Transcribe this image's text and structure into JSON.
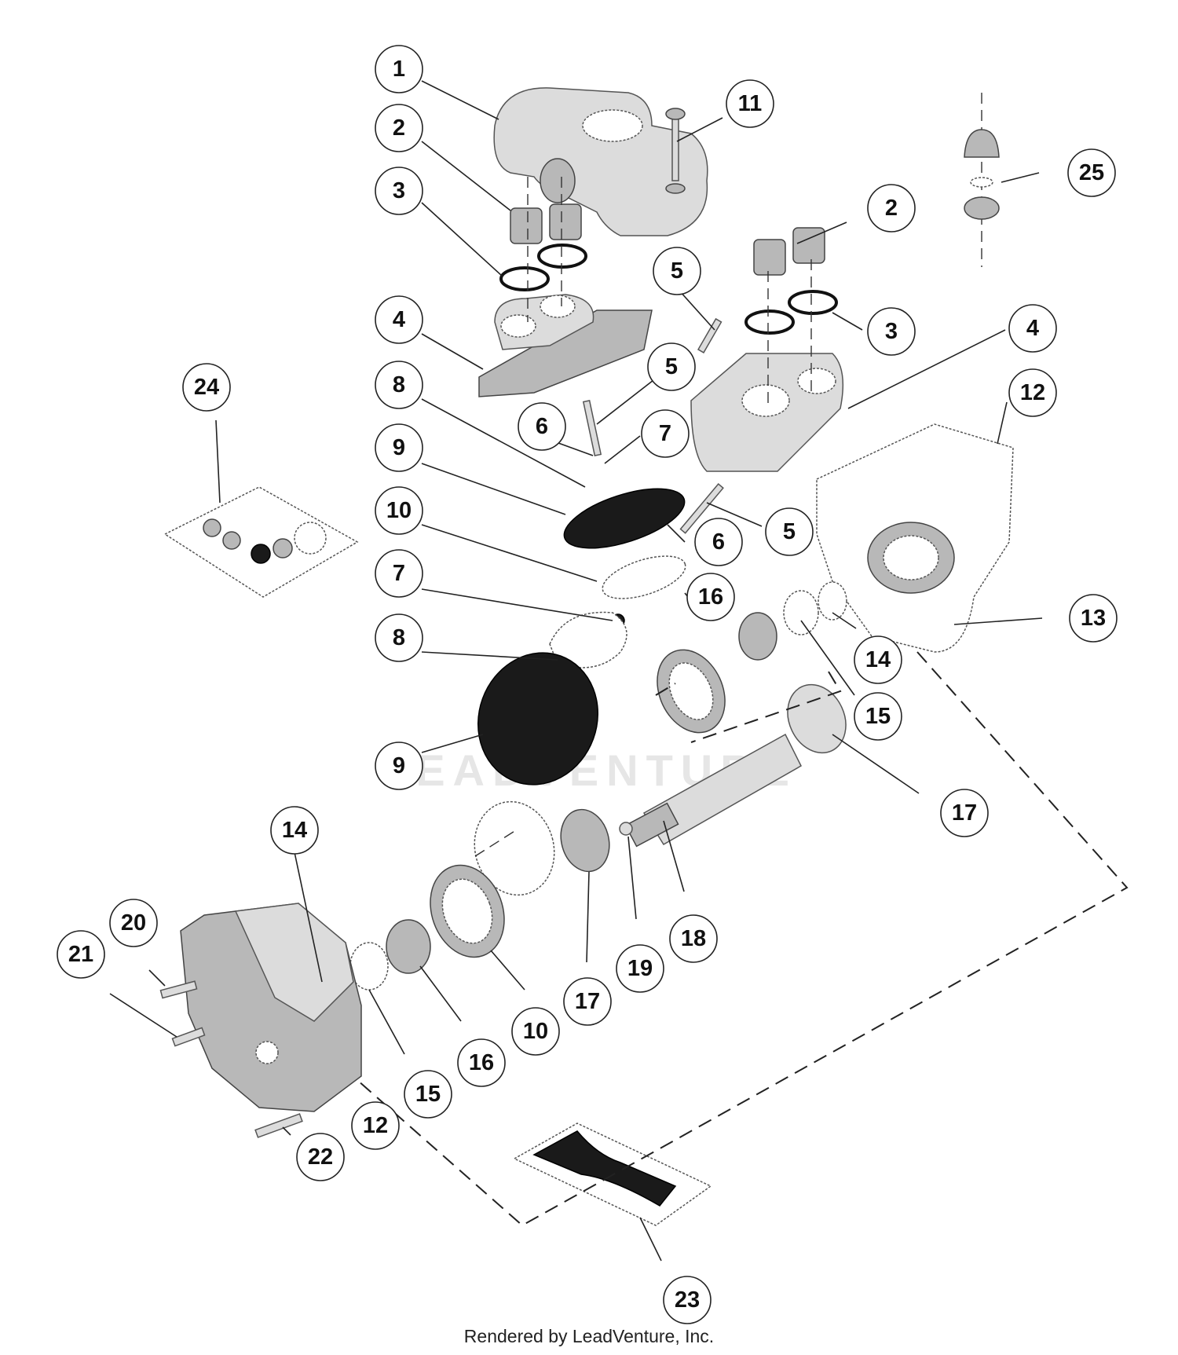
{
  "diagram": {
    "watermark": "LEADVENTURE",
    "footer": "Rendered by LeadVenture, Inc.",
    "callouts": [
      "1",
      "2",
      "3",
      "4",
      "5",
      "6",
      "7",
      "8",
      "9",
      "10",
      "11",
      "12",
      "13",
      "14",
      "15",
      "16",
      "17",
      "18",
      "19",
      "20",
      "21",
      "22",
      "23",
      "24",
      "25"
    ]
  }
}
